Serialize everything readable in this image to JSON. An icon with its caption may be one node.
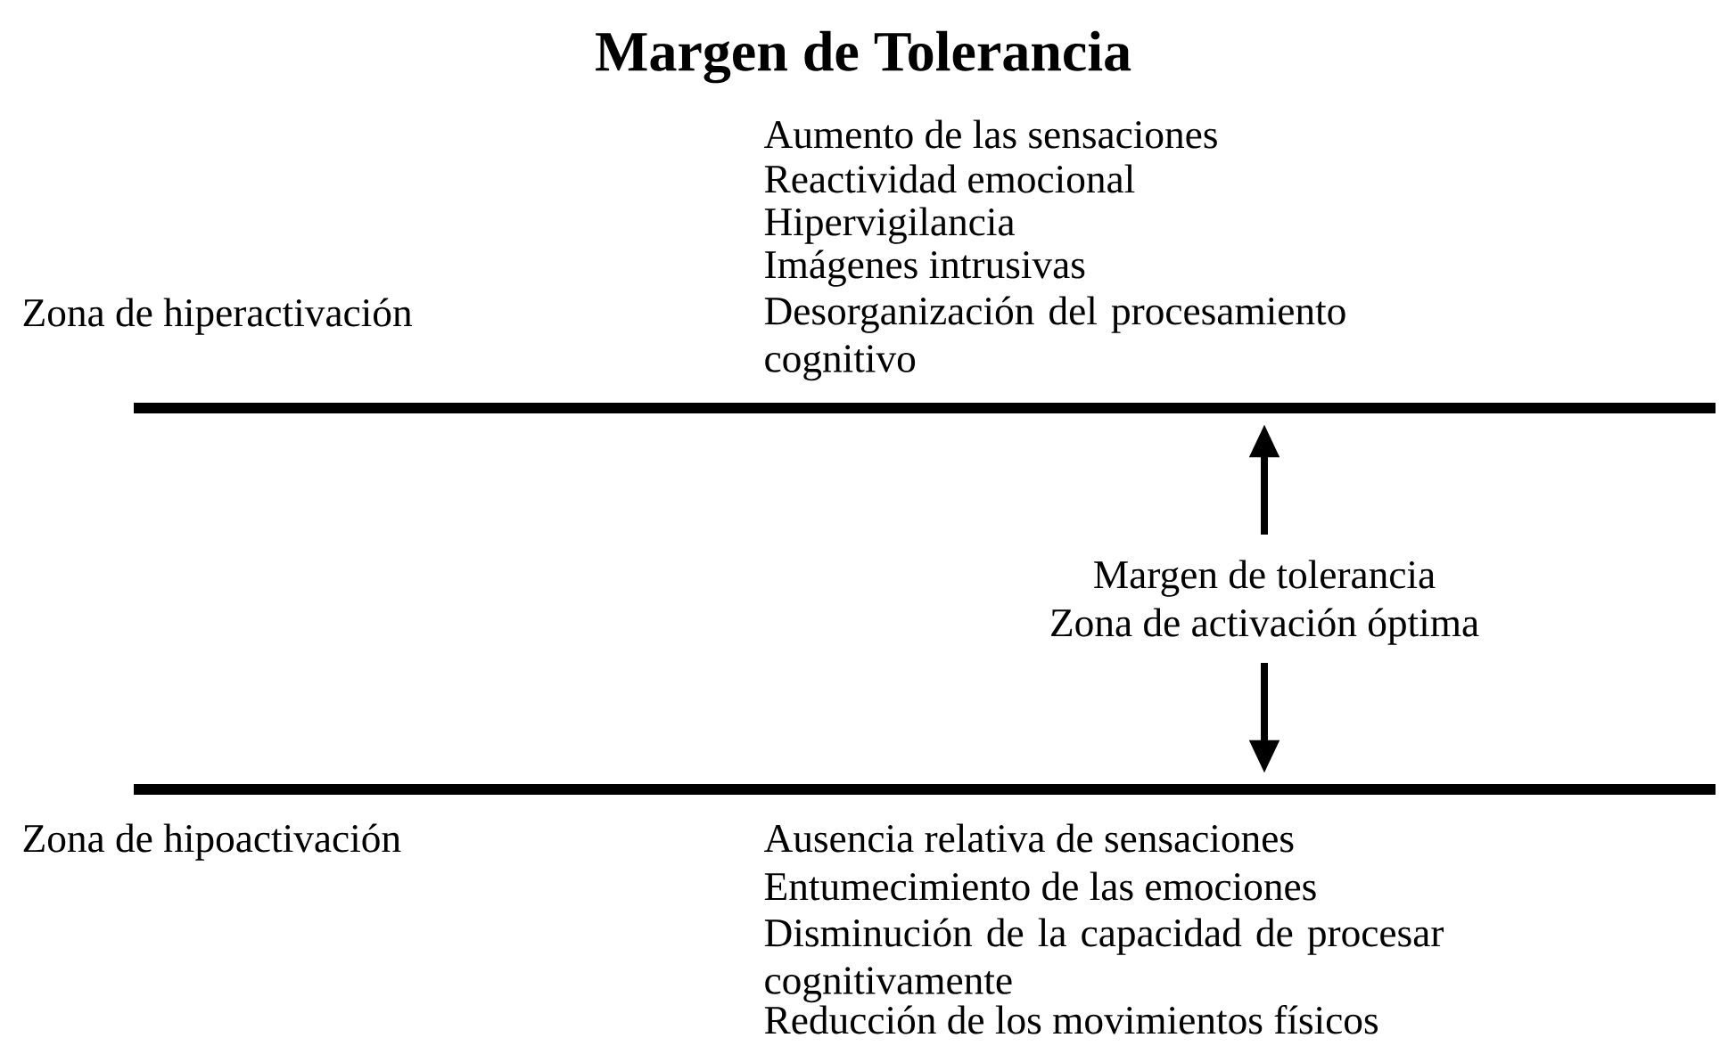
{
  "diagram": {
    "title": "Margen de Tolerancia",
    "labels": [
      "Aumento de las sensaciones",
      "Reactividad emocional",
      "Hipervigilancia",
      "Imágenes intrusivas",
      "Zona de hiperactivación",
      "Desorganización del procesamiento cognitivo",
      "Margen de tolerancia",
      "Zona de activación óptima",
      "Zona de hipoactivación",
      "Ausencia relativa de sensaciones",
      "Entumecimiento de las emociones",
      "Disminución de la capacidad de procesar cognitivamente",
      "Reducción de los movimientos físicos"
    ]
  }
}
